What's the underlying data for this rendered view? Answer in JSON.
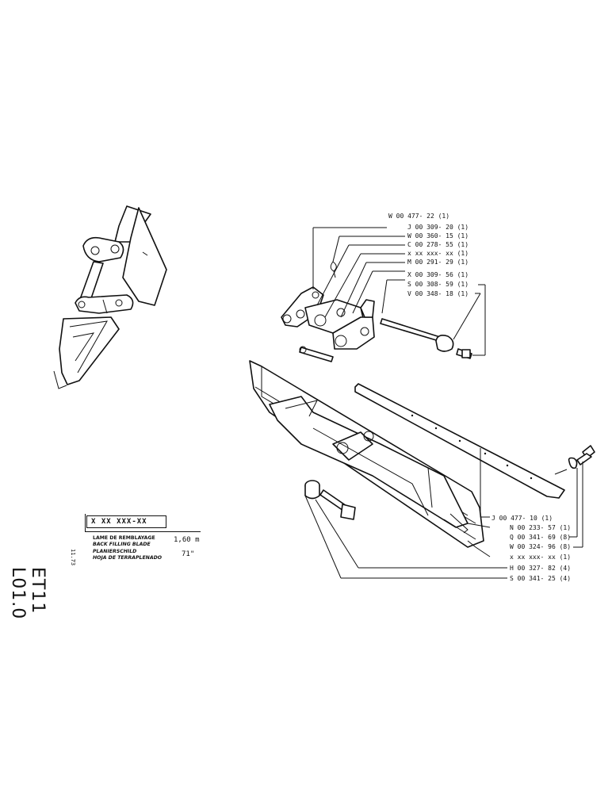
{
  "document": {
    "sheet_id": "ET11 L01.0",
    "date": "11.73",
    "product_code": "X  XX XXX-XX",
    "names": [
      "LAME DE REMBLAYAGE",
      "BACK FILLING BLADE",
      "PLANIERSCHILD",
      "HOJA DE TERRAPLENADO"
    ],
    "size_metric": "1,60 m",
    "size_imperial": "71\""
  },
  "callouts_upper": [
    "W 00 477- 22 (1)",
    "J  00 309- 20 (1)",
    "W 00 360- 15 (1)",
    "C  00 278- 55 (1)",
    "x  xx xxx- xx (1)",
    "M  00 291- 29 (1)",
    "X  00 309- 56 (1)",
    "S  00 308- 59 (1)",
    "V  00 348- 18 (1)"
  ],
  "callouts_lower": [
    "J  00 477- 10 (1)",
    "N  00 233- 57 (1)",
    "Q  00 341- 69 (8)",
    "W 00 324- 96 (8)",
    "x  xx xxx- xx (1)",
    "H  00 327- 82 (4)",
    "S  00 341- 25 (4)"
  ]
}
